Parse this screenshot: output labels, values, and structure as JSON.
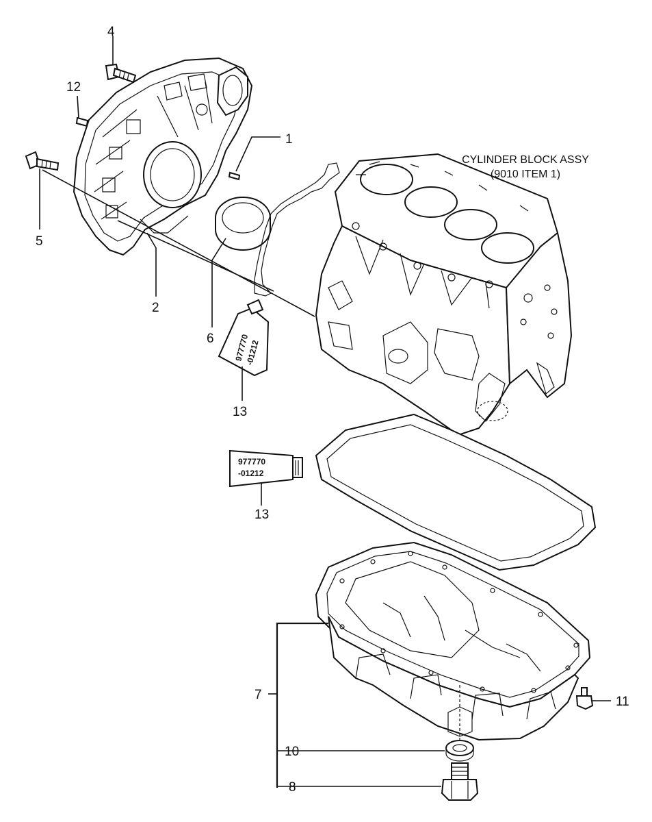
{
  "header": {
    "line1": "CYLINDER BLOCK ASSY",
    "line2": "(9010 ITEM 1)"
  },
  "callouts": {
    "c1": "1",
    "c2": "2",
    "c4": "4",
    "c5": "5",
    "c6": "6",
    "c7": "7",
    "c8": "8",
    "c10": "10",
    "c11": "11",
    "c12": "12",
    "c13a": "13",
    "c13b": "13"
  },
  "tube_a": {
    "line1": "977770",
    "line2": "-01212"
  },
  "tube_b": {
    "line1": "977770",
    "line2": "-01212"
  }
}
